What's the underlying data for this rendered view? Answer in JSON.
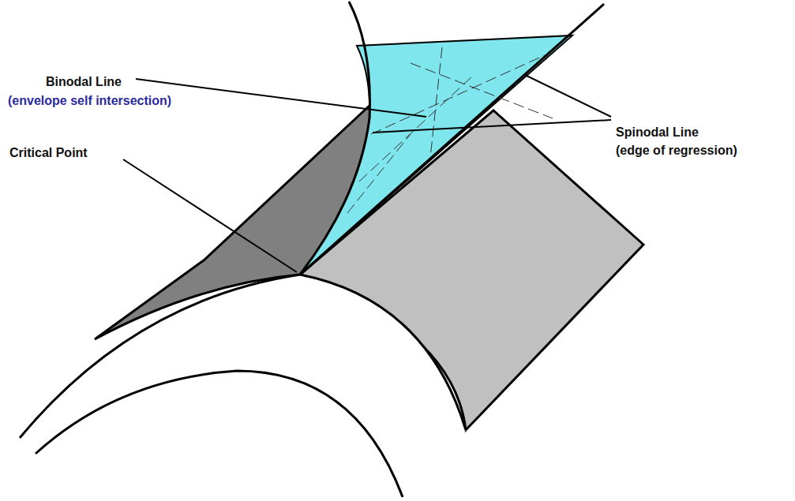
{
  "diagram": {
    "labels": [
      "Binodal Line",
      "(envelope self intersection)",
      "Critical Point",
      "Spinodal Line",
      "(edge of regression)"
    ]
  }
}
